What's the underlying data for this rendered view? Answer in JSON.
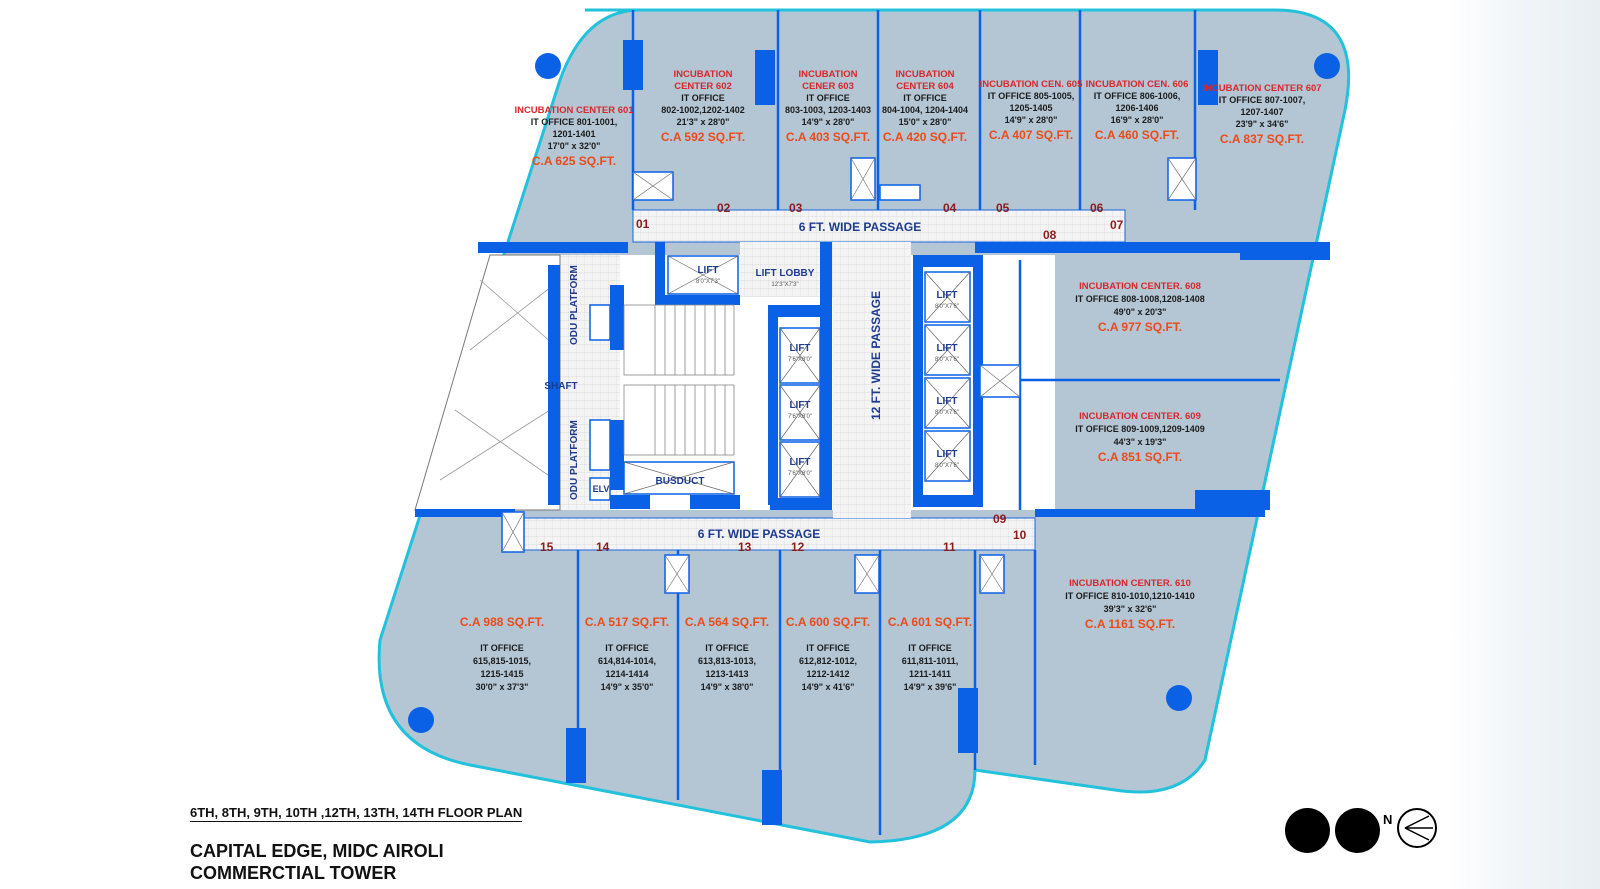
{
  "units_top": [
    {
      "id": "601",
      "title1": "INCUBATION CENTER 601",
      "title2": "",
      "office": "IT OFFICE 801-1001,",
      "office2": "1201-1401",
      "dims": "17'0\" x 32'0\"",
      "ca": "C.A 625 SQ.FT."
    },
    {
      "id": "602",
      "title1": "INCUBATION",
      "title2": "CENTER 602",
      "office": "IT OFFICE",
      "office2": "802-1002,1202-1402",
      "dims": "21'3\" x 28'0\"",
      "ca": "C.A 592 SQ.FT."
    },
    {
      "id": "603",
      "title1": "INCUBATION",
      "title2": "CENER 603",
      "office": "IT OFFICE",
      "office2": "803-1003, 1203-1403",
      "dims": "14'9\" x 28'0\"",
      "ca": "C.A 403 SQ.FT."
    },
    {
      "id": "604",
      "title1": "INCUBATION",
      "title2": "CENTER 604",
      "office": "IT OFFICE",
      "office2": "804-1004, 1204-1404",
      "dims": "15'0\" x 28'0\"",
      "ca": "C.A 420 SQ.FT."
    },
    {
      "id": "605",
      "title1": "INCUBATION CEN. 605",
      "title2": "",
      "office": "IT OFFICE 805-1005,",
      "office2": "1205-1405",
      "dims": "14'9\" x 28'0\"",
      "ca": "C.A 407 SQ.FT."
    },
    {
      "id": "606",
      "title1": "INCUBATION CEN. 606",
      "title2": "",
      "office": "IT OFFICE 806-1006,",
      "office2": "1206-1406",
      "dims": "16'9\" x 28'0\"",
      "ca": "C.A 460 SQ.FT."
    },
    {
      "id": "607",
      "title1": "INCUBATION CENTER 607",
      "title2": "",
      "office": "IT OFFICE 807-1007,",
      "office2": "1207-1407",
      "dims": "23'9\" x 34'6\"",
      "ca": "C.A 837 SQ.FT."
    }
  ],
  "units_right": [
    {
      "id": "608",
      "title": "INCUBATION CENTER. 608",
      "office": "IT OFFICE 808-1008,1208-1408",
      "dims": "49'0\" x 20'3\"",
      "ca": "C.A 977 SQ.FT."
    },
    {
      "id": "609",
      "title": "INCUBATION CENTER. 609",
      "office": "IT OFFICE 809-1009,1209-1409",
      "dims": "44'3\" x 19'3\"",
      "ca": "C.A 851 SQ.FT."
    },
    {
      "id": "610",
      "title": "INCUBATION CENTER. 610",
      "office": "IT OFFICE 810-1010,1210-1410",
      "dims": "39'3\" x 32'6\"",
      "ca": "C.A 1161 SQ.FT."
    }
  ],
  "units_bottom": [
    {
      "id": "615",
      "ca": "C.A 988 SQ.FT.",
      "office": "IT OFFICE",
      "l1": "615,815-1015,",
      "l2": "1215-1415",
      "dims": "30'0\" x 37'3\""
    },
    {
      "id": "614",
      "ca": "C.A 517 SQ.FT.",
      "office": "IT OFFICE",
      "l1": "614,814-1014,",
      "l2": "1214-1414",
      "dims": "14'9\" x 35'0\""
    },
    {
      "id": "613",
      "ca": "C.A 564 SQ.FT.",
      "office": "IT OFFICE",
      "l1": "613,813-1013,",
      "l2": "1213-1413",
      "dims": "14'9\" x 38'0\""
    },
    {
      "id": "612",
      "ca": "C.A 600 SQ.FT.",
      "office": "IT OFFICE",
      "l1": "612,812-1012,",
      "l2": "1212-1412",
      "dims": "14'9\" x 41'6\""
    },
    {
      "id": "611",
      "ca": "C.A 601 SQ.FT.",
      "office": "IT OFFICE",
      "l1": "611,811-1011,",
      "l2": "1211-1411",
      "dims": "14'9\" x 39'6\""
    }
  ],
  "passages": {
    "top": "6 FT. WIDE PASSAGE",
    "bottom": "6 FT. WIDE PASSAGE",
    "center": "12 FT. WIDE PASSAGE"
  },
  "unit_numbers": [
    "01",
    "02",
    "03",
    "04",
    "05",
    "06",
    "07",
    "08",
    "09",
    "10",
    "11",
    "12",
    "13",
    "14",
    "15"
  ],
  "core": {
    "lift_lobby": "LIFT LOBBY",
    "lift_lobby_dims": "12'3\"X7'3\"",
    "lift": "LIFT",
    "lift_dims_a": "8'0\"X7'3\"",
    "lift_dims_b": "7'6\"X8'0\"",
    "lift_dims_c": "8'0\"X7'6\"",
    "shaft": "SHAFT",
    "odu": "ODU PLATFORM",
    "busduct": "BUSDUCT",
    "elv": "ELV"
  },
  "title": {
    "floors": "6TH, 8TH, 9TH, 10TH ,12TH, 13TH, 14TH  FLOOR PLAN",
    "project": "CAPITAL EDGE, MIDC AIROLI",
    "type": "COMMERCTIAL TOWER"
  },
  "logo": {
    "north": "N"
  },
  "colors": {
    "unit_fill": "#b3c6d4",
    "outline": "#22c1dc",
    "wall": "#0a61e6",
    "red": "#d8272b",
    "orange": "#ec4a18"
  }
}
